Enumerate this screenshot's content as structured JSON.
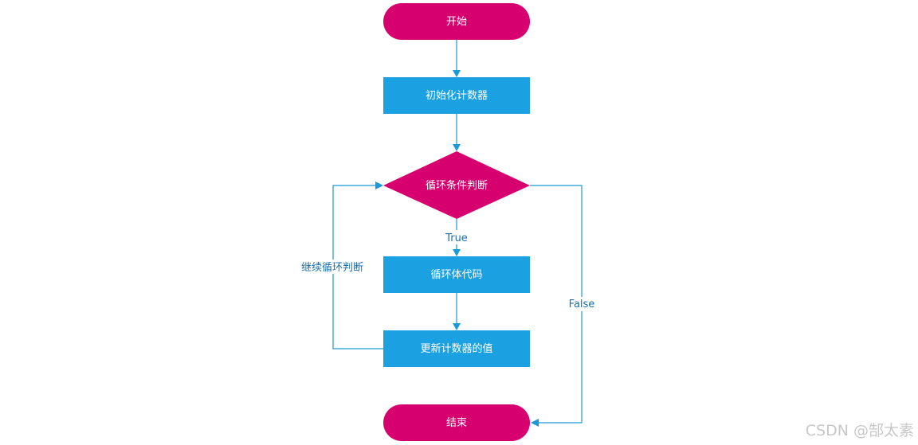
{
  "colors": {
    "terminal": "#d6006e",
    "process": "#1ba1e2",
    "decision": "#d6006e",
    "edge": "#1a9ad6",
    "edge_label": "#1a6fa8",
    "node_text": "#ffffff",
    "watermark": "#c8c8c8"
  },
  "nodes": {
    "start": {
      "label": "开始",
      "shape": "terminal"
    },
    "init": {
      "label": "初始化计数器",
      "shape": "process"
    },
    "condition": {
      "label": "循环条件判断",
      "shape": "decision"
    },
    "body": {
      "label": "循环体代码",
      "shape": "process"
    },
    "update": {
      "label": "更新计数器的值",
      "shape": "process"
    },
    "end": {
      "label": "结束",
      "shape": "terminal"
    }
  },
  "edges": {
    "start_to_init": {
      "from": "start",
      "to": "init",
      "label": ""
    },
    "init_to_condition": {
      "from": "init",
      "to": "condition",
      "label": ""
    },
    "condition_true": {
      "from": "condition",
      "to": "body",
      "label": "True"
    },
    "body_to_update": {
      "from": "body",
      "to": "update",
      "label": ""
    },
    "update_loop": {
      "from": "update",
      "to": "condition",
      "label": "继续循环判断"
    },
    "condition_false": {
      "from": "condition",
      "to": "end",
      "label": "False"
    }
  },
  "watermark": "CSDN @郜太素"
}
